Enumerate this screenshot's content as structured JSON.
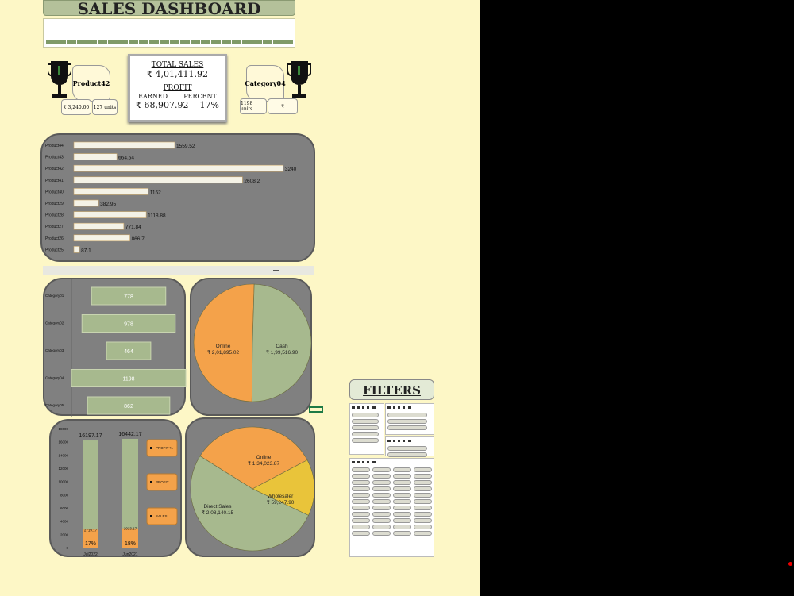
{
  "title": "SALES DASHBOARD",
  "kpi": {
    "total_sales_label": "TOTAL SALES",
    "total_sales": "₹ 4,01,411.92",
    "profit_label": "PROFIT",
    "earned_label": "EARNED",
    "earned": "₹ 68,907.92",
    "percent_label": "PERCENT",
    "percent": "17%"
  },
  "top_product": {
    "name": "Product42",
    "sales": "₹ 3,240.00",
    "units": "127 units"
  },
  "top_category": {
    "name": "Category04",
    "units": "1198 units",
    "sales": "₹"
  },
  "filters": {
    "title": "FILTERS"
  },
  "colors": {
    "background": "#fdf7c6",
    "panel": "#808080",
    "green": "#a7b98e",
    "orange": "#f4a24a",
    "yellow": "#e9c43a"
  },
  "chart_data": [
    {
      "type": "bar",
      "orientation": "horizontal",
      "categories": [
        "Product44",
        "Product43",
        "Product42",
        "Product41",
        "Product40",
        "Product29",
        "Product28",
        "Product27",
        "Product26",
        "Product25"
      ],
      "values": [
        1559.52,
        664.64,
        3240,
        2608.2,
        1152,
        382.95,
        1118.88,
        771.84,
        866.7,
        87.1
      ],
      "xlim": [
        0,
        3500
      ]
    },
    {
      "type": "bar",
      "orientation": "horizontal",
      "categories": [
        "Category01",
        "Category02",
        "Category03",
        "Category04",
        "Category05"
      ],
      "values": [
        778,
        978,
        464,
        1198,
        862
      ]
    },
    {
      "type": "pie",
      "slices": [
        {
          "label": "Online",
          "value": 201895.02,
          "text": "₹ 2,01,895.02",
          "color": "#f4a24a"
        },
        {
          "label": "Cash",
          "value": 199516.9,
          "text": "₹ 1,99,516.90",
          "color": "#a7b98e"
        }
      ]
    },
    {
      "type": "bar",
      "stacked": true,
      "categories": [
        "Jul2022",
        "Jun2021"
      ],
      "totals": [
        16197.17,
        16442.17
      ],
      "profit": [
        2719.17,
        2923.17
      ],
      "profit_pct": [
        "17%",
        "18%"
      ],
      "ylim": [
        0,
        18000
      ],
      "yticks": [
        0,
        2000,
        4000,
        6000,
        8000,
        10000,
        12000,
        14000,
        16000,
        18000
      ],
      "legend": [
        "PROFIT %",
        "PROFIT",
        "SALES"
      ]
    },
    {
      "type": "pie",
      "slices": [
        {
          "label": "Online",
          "value": 134023.87,
          "text": "₹ 1,34,023.87",
          "color": "#f4a24a"
        },
        {
          "label": "Wholesaler",
          "value": 59247.9,
          "text": "₹ 59,247.90",
          "color": "#e9c43a"
        },
        {
          "label": "Direct Sales",
          "value": 208140.15,
          "text": "₹ 2,08,140.15",
          "color": "#a7b98e"
        }
      ]
    }
  ]
}
